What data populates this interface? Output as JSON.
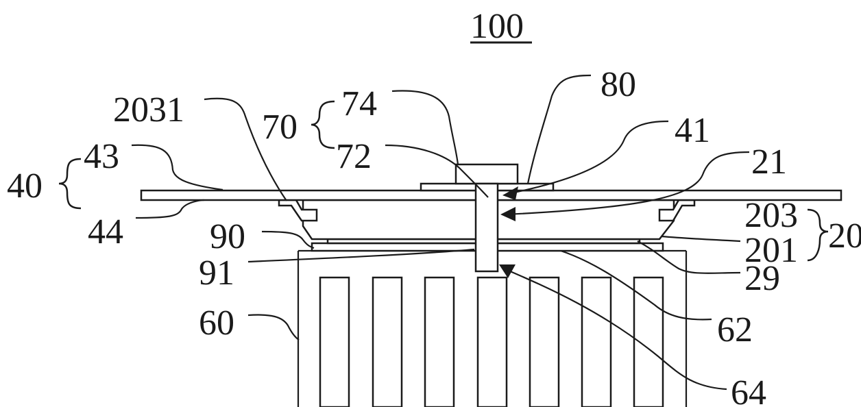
{
  "figure": {
    "title": "100",
    "labels": {
      "l2031": "2031",
      "l70": "70",
      "l74": "74",
      "l72": "72",
      "l80": "80",
      "l41": "41",
      "l21": "21",
      "l40": "40",
      "l43": "43",
      "l44": "44",
      "l90": "90",
      "l91": "91",
      "l203": "203",
      "l201": "201",
      "l20": "20",
      "l29": "29",
      "l60": "60",
      "l62": "62",
      "l64": "64"
    }
  }
}
